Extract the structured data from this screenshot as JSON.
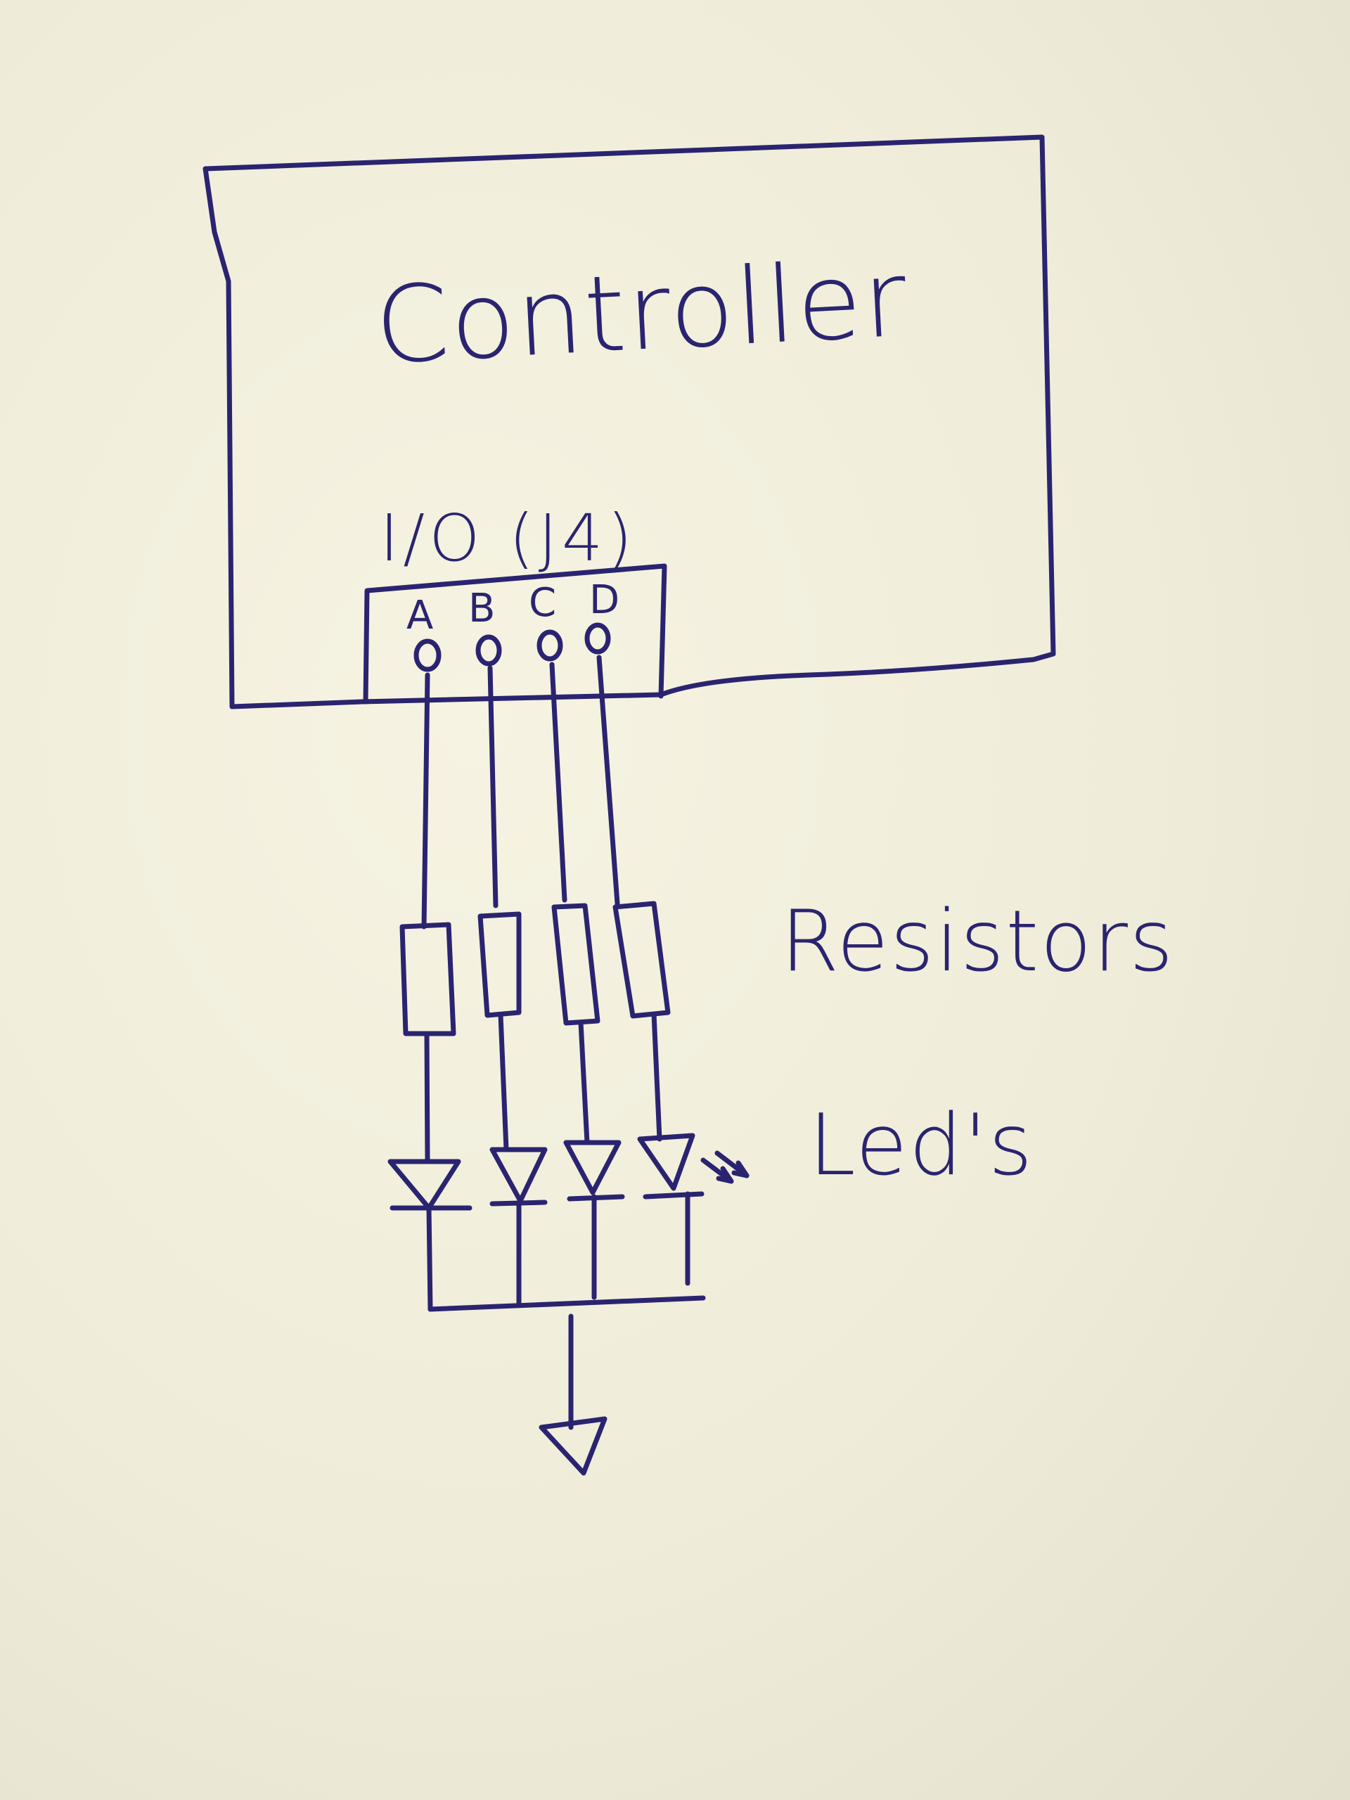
{
  "controller": {
    "label": "Controller"
  },
  "connector": {
    "label": "I/O (J4)",
    "pins": [
      "A",
      "B",
      "C",
      "D"
    ]
  },
  "labels": {
    "resistors": "Resistors",
    "leds": "Led's"
  },
  "ink_color": "#2a2470",
  "paper_color": "#f3f0de",
  "ground_symbol": "ground-triangle-icon"
}
